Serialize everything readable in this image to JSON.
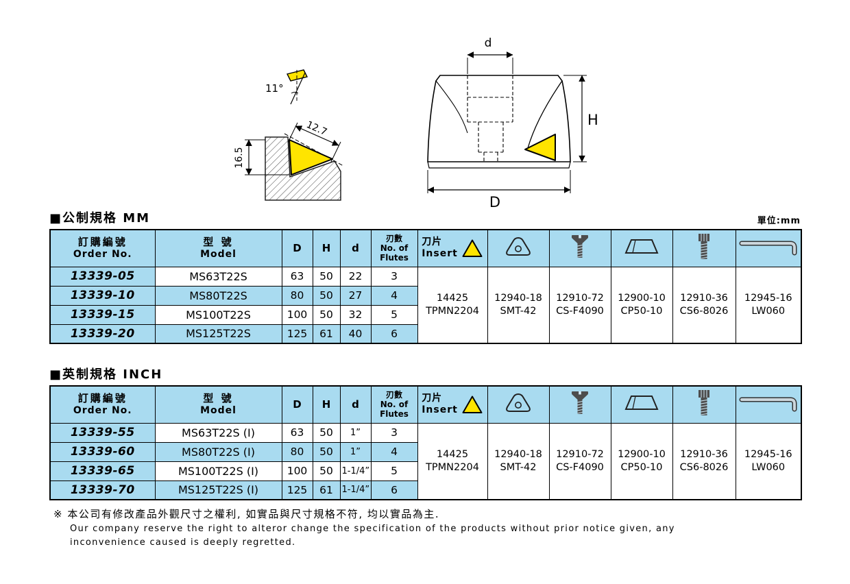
{
  "page": {
    "unit_label": "單位:mm"
  },
  "drawings": {
    "insert_detail": {
      "angle_label": "11°",
      "edge_label": "12.7",
      "height_label": "16.5"
    },
    "cutter_body": {
      "top_diameter_label": "d",
      "height_label": "H",
      "diameter_label": "D"
    }
  },
  "table_headers": {
    "order_cn": "訂購編號",
    "order_en": "Order No.",
    "model_cn": "型 號",
    "model_en": "Model",
    "col_D": "D",
    "col_H": "H",
    "col_d": "d",
    "flutes_cn": "刃數",
    "flutes_en_1": "No. of",
    "flutes_en_2": "Flutes",
    "insert_cn": "刀片",
    "insert_en": "Insert"
  },
  "metric_section": {
    "title": "■公制規格 MM",
    "rows": [
      {
        "order_no": "13339-05",
        "model": "MS63T22S",
        "D": "63",
        "H": "50",
        "d": "22",
        "flutes": "3"
      },
      {
        "order_no": "13339-10",
        "model": "MS80T22S",
        "D": "80",
        "H": "50",
        "d": "27",
        "flutes": "4"
      },
      {
        "order_no": "13339-15",
        "model": "MS100T22S",
        "D": "100",
        "H": "50",
        "d": "32",
        "flutes": "5"
      },
      {
        "order_no": "13339-20",
        "model": "MS125T22S",
        "D": "125",
        "H": "61",
        "d": "40",
        "flutes": "6"
      }
    ]
  },
  "inch_section": {
    "title": "■英制規格 INCH",
    "rows": [
      {
        "order_no": "13339-55",
        "model": "MS63T22S (I)",
        "D": "63",
        "H": "50",
        "d": "1”",
        "flutes": "3"
      },
      {
        "order_no": "13339-60",
        "model": "MS80T22S (I)",
        "D": "80",
        "H": "50",
        "d": "1”",
        "flutes": "4"
      },
      {
        "order_no": "13339-65",
        "model": "MS100T22S (I)",
        "D": "100",
        "H": "50",
        "d": "1-1/4”",
        "flutes": "5"
      },
      {
        "order_no": "13339-70",
        "model": "MS125T22S (I)",
        "D": "125",
        "H": "61",
        "d": "1-1/4”",
        "flutes": "6"
      }
    ]
  },
  "spare_parts": {
    "insert": {
      "code": "14425",
      "name": "TPMN2204"
    },
    "shim": {
      "code": "12940-18",
      "name": "SMT-42"
    },
    "shim_screw": {
      "code": "12910-72",
      "name": "CS-F4090"
    },
    "clamp": {
      "code": "12900-10",
      "name": "CP50-10"
    },
    "clamp_screw": {
      "code": "12910-36",
      "name": "CS6-8026"
    },
    "wrench": {
      "code": "12945-16",
      "name": "LW060"
    }
  },
  "footnote": {
    "cn": "※ 本公司有修改產品外觀尺寸之權利, 如實品與尺寸規格不符, 均以實品為主.",
    "en_line1": "Our company reserve the right to alteror change the specification of the products without prior notice given, any",
    "en_line2": "inconvenience caused is deeply regretted."
  }
}
